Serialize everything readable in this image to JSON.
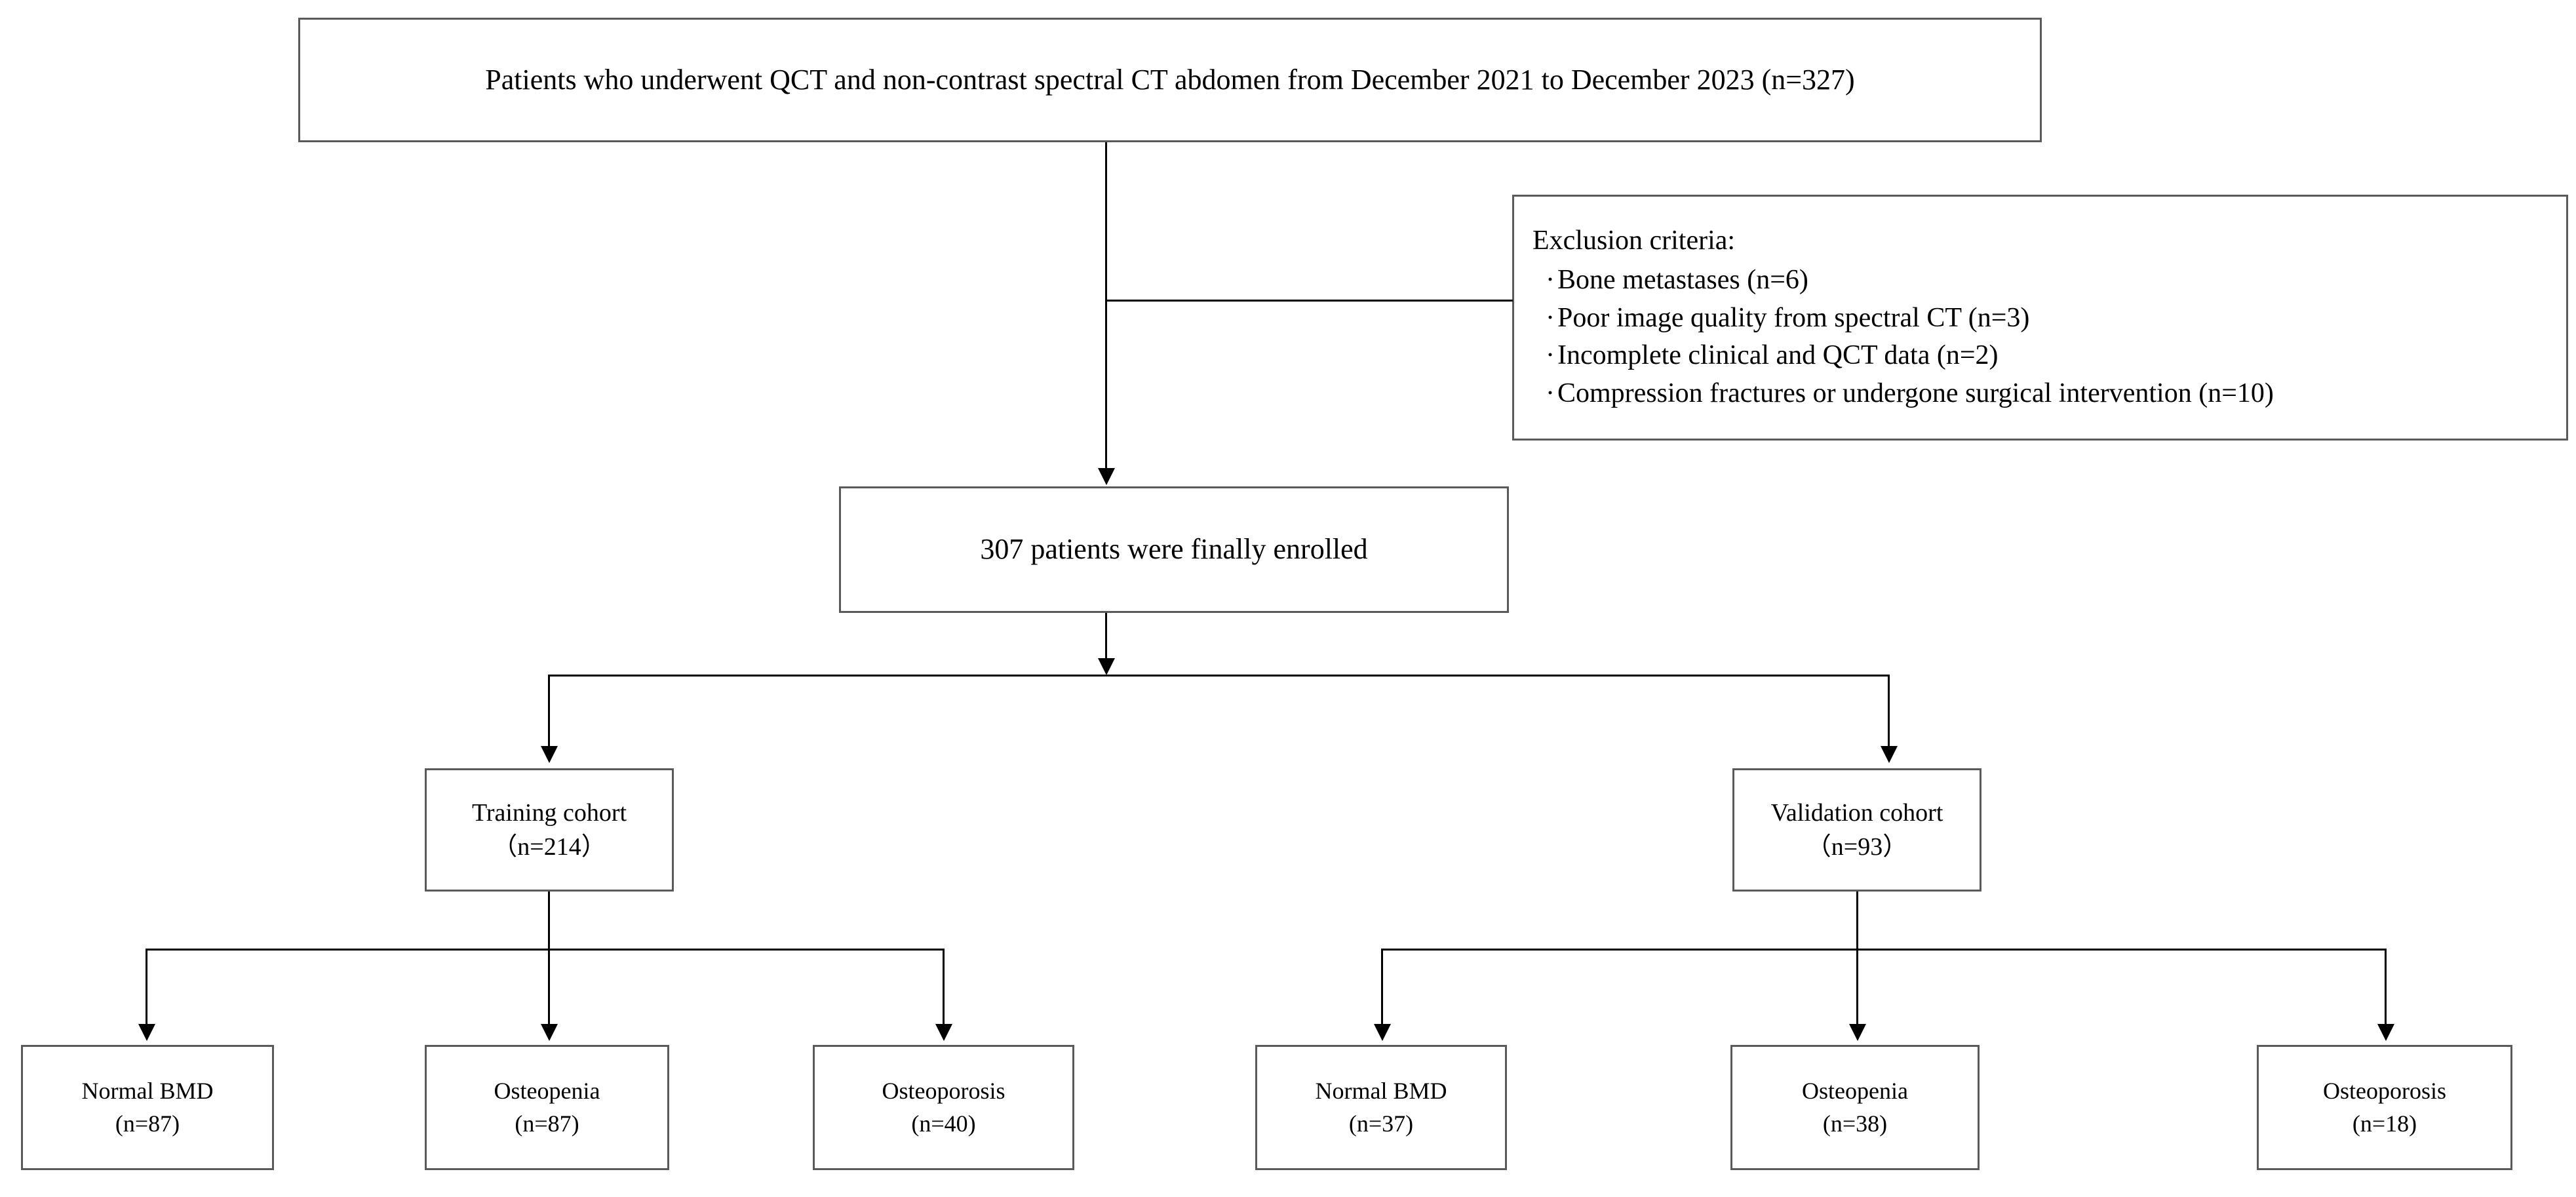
{
  "flow": {
    "root": {
      "text": "Patients who underwent QCT and non-contrast spectral CT abdomen from December 2021 to December 2023 (n=327)",
      "n": 327
    },
    "exclusion": {
      "title": "Exclusion criteria:",
      "items": [
        "Bone metastases (n=6)",
        "Poor image quality from spectral CT (n=3)",
        "Incomplete clinical and QCT data (n=2)",
        "Compression fractures or undergone surgical intervention (n=10)"
      ]
    },
    "enrolled": {
      "text": "307 patients were finally enrolled",
      "n": 307
    },
    "cohorts": [
      {
        "name": "Training cohort",
        "count": "（n=214）",
        "n": 214
      },
      {
        "name": "Validation cohort",
        "count": "（n=93）",
        "n": 93
      }
    ],
    "leaves": [
      {
        "name": "Normal BMD",
        "count": "(n=87)",
        "n": 87,
        "cohort": "Training cohort"
      },
      {
        "name": "Osteopenia",
        "count": "(n=87)",
        "n": 87,
        "cohort": "Training cohort"
      },
      {
        "name": "Osteoporosis",
        "count": "(n=40)",
        "n": 40,
        "cohort": "Training cohort"
      },
      {
        "name": "Normal BMD",
        "count": "(n=37)",
        "n": 37,
        "cohort": "Validation cohort"
      },
      {
        "name": "Osteopenia",
        "count": "(n=38)",
        "n": 38,
        "cohort": "Validation cohort"
      },
      {
        "name": "Osteoporosis",
        "count": "(n=18)",
        "n": 18,
        "cohort": "Validation cohort"
      }
    ]
  },
  "style": {
    "box_border_color": "#5a5a5a",
    "line_color": "#000000",
    "background": "#ffffff",
    "text_color": "#000000"
  }
}
